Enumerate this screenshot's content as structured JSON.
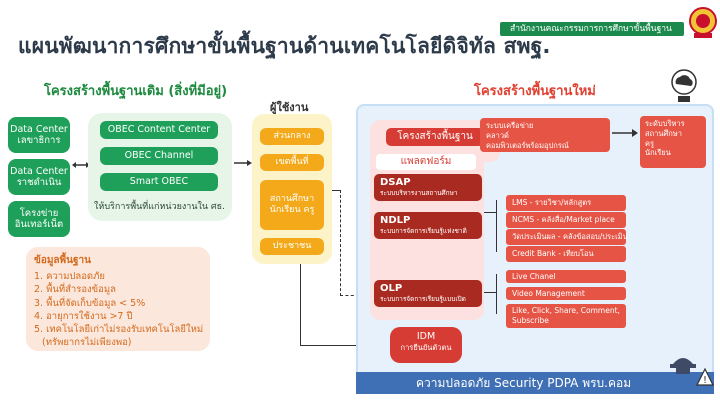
{
  "header": {
    "title": "แผนพัฒนาการศึกษาขั้นพื้นฐานด้านเทคโนโลยีดิจิทัล สพฐ.",
    "org": "สำนักงานคณะกรรมการการศึกษาขั้นพื้นฐาน"
  },
  "left": {
    "heading": "โครงสร้างพื้นฐานเดิม (สิ่งที่มีอยู่)",
    "dc": [
      "Data Center เลขาธิการ",
      "Data Center ราชดำเนิน",
      "โครงข่าย อินเทอร์เน็ต"
    ],
    "services": [
      "OBEC Content Center",
      "OBEC Channel",
      "Smart OBEC"
    ],
    "services_note": "ให้บริการพื้นที่แก่หน่วยงานใน ศธ.",
    "info_title": "ข้อมูลพื้นฐาน",
    "info_items": [
      "1. ความปลอดภัย",
      "2. พื้นที่สำรองข้อมูล",
      "3. พื้นที่จัดเก็บข้อมูล < 5%",
      "4. อายุการใช้งาน >7 ปี",
      "5. เทคโนโลยีเก่าไม่รองรับเทคโนโลยีใหม่",
      "(ทรัพยากรไม่เพียงพอ)"
    ]
  },
  "users": {
    "title": "ผู้ใช้งาน",
    "items": [
      "ส่วนกลาง",
      "เขตพื้นที่",
      "สถานศึกษา นักเรียน ครู",
      "ประชาชน"
    ]
  },
  "right": {
    "heading": "โครงสร้างพื้นฐานใหม่",
    "infra": "โครงสร้างพื้นฐาน",
    "infra_detail": [
      "ระบบเครือข่าย",
      "คลาวด์",
      "คอมพิวเตอร์พร้อมอุปกรณ์"
    ],
    "infra_sub": [
      "ระดับบริหาร",
      "สถานศึกษา",
      "ครู",
      "นักเรียน"
    ],
    "platform": "แพลตฟอร์ม",
    "dsap_title": "DSAP",
    "dsap_sub": "ระบบบริหารงานสถานศึกษา",
    "ndlp_title": "NDLP",
    "ndlp_sub": "ระบบการจัดการเรียนรู้แห่งชาติ",
    "ndlp_items": [
      "LMS - รายวิชา/หลักสูตร",
      "NCMS - คลังสื่อ/Market place",
      "วัดประเมินผล - คลังข้อสอบ/ประเมิน",
      "Credit Bank - เทียบโอน"
    ],
    "olp_title": "OLP",
    "olp_sub": "ระบบการจัดการเรียนรู้แบบเปิด",
    "olp_items": [
      "Live Chanel",
      "Video Management",
      "Like, Click, Share, Comment, Subscribe"
    ],
    "idm_title": "IDM",
    "idm_sub": "การยืนยันตัวตน",
    "footer": "ความปลอดภัย Security PDPA พรบ.คอม"
  },
  "colors": {
    "green": "#1fa05a",
    "red": "#d63c33",
    "orange": "#f3a919",
    "blue": "#3f6fb5"
  }
}
